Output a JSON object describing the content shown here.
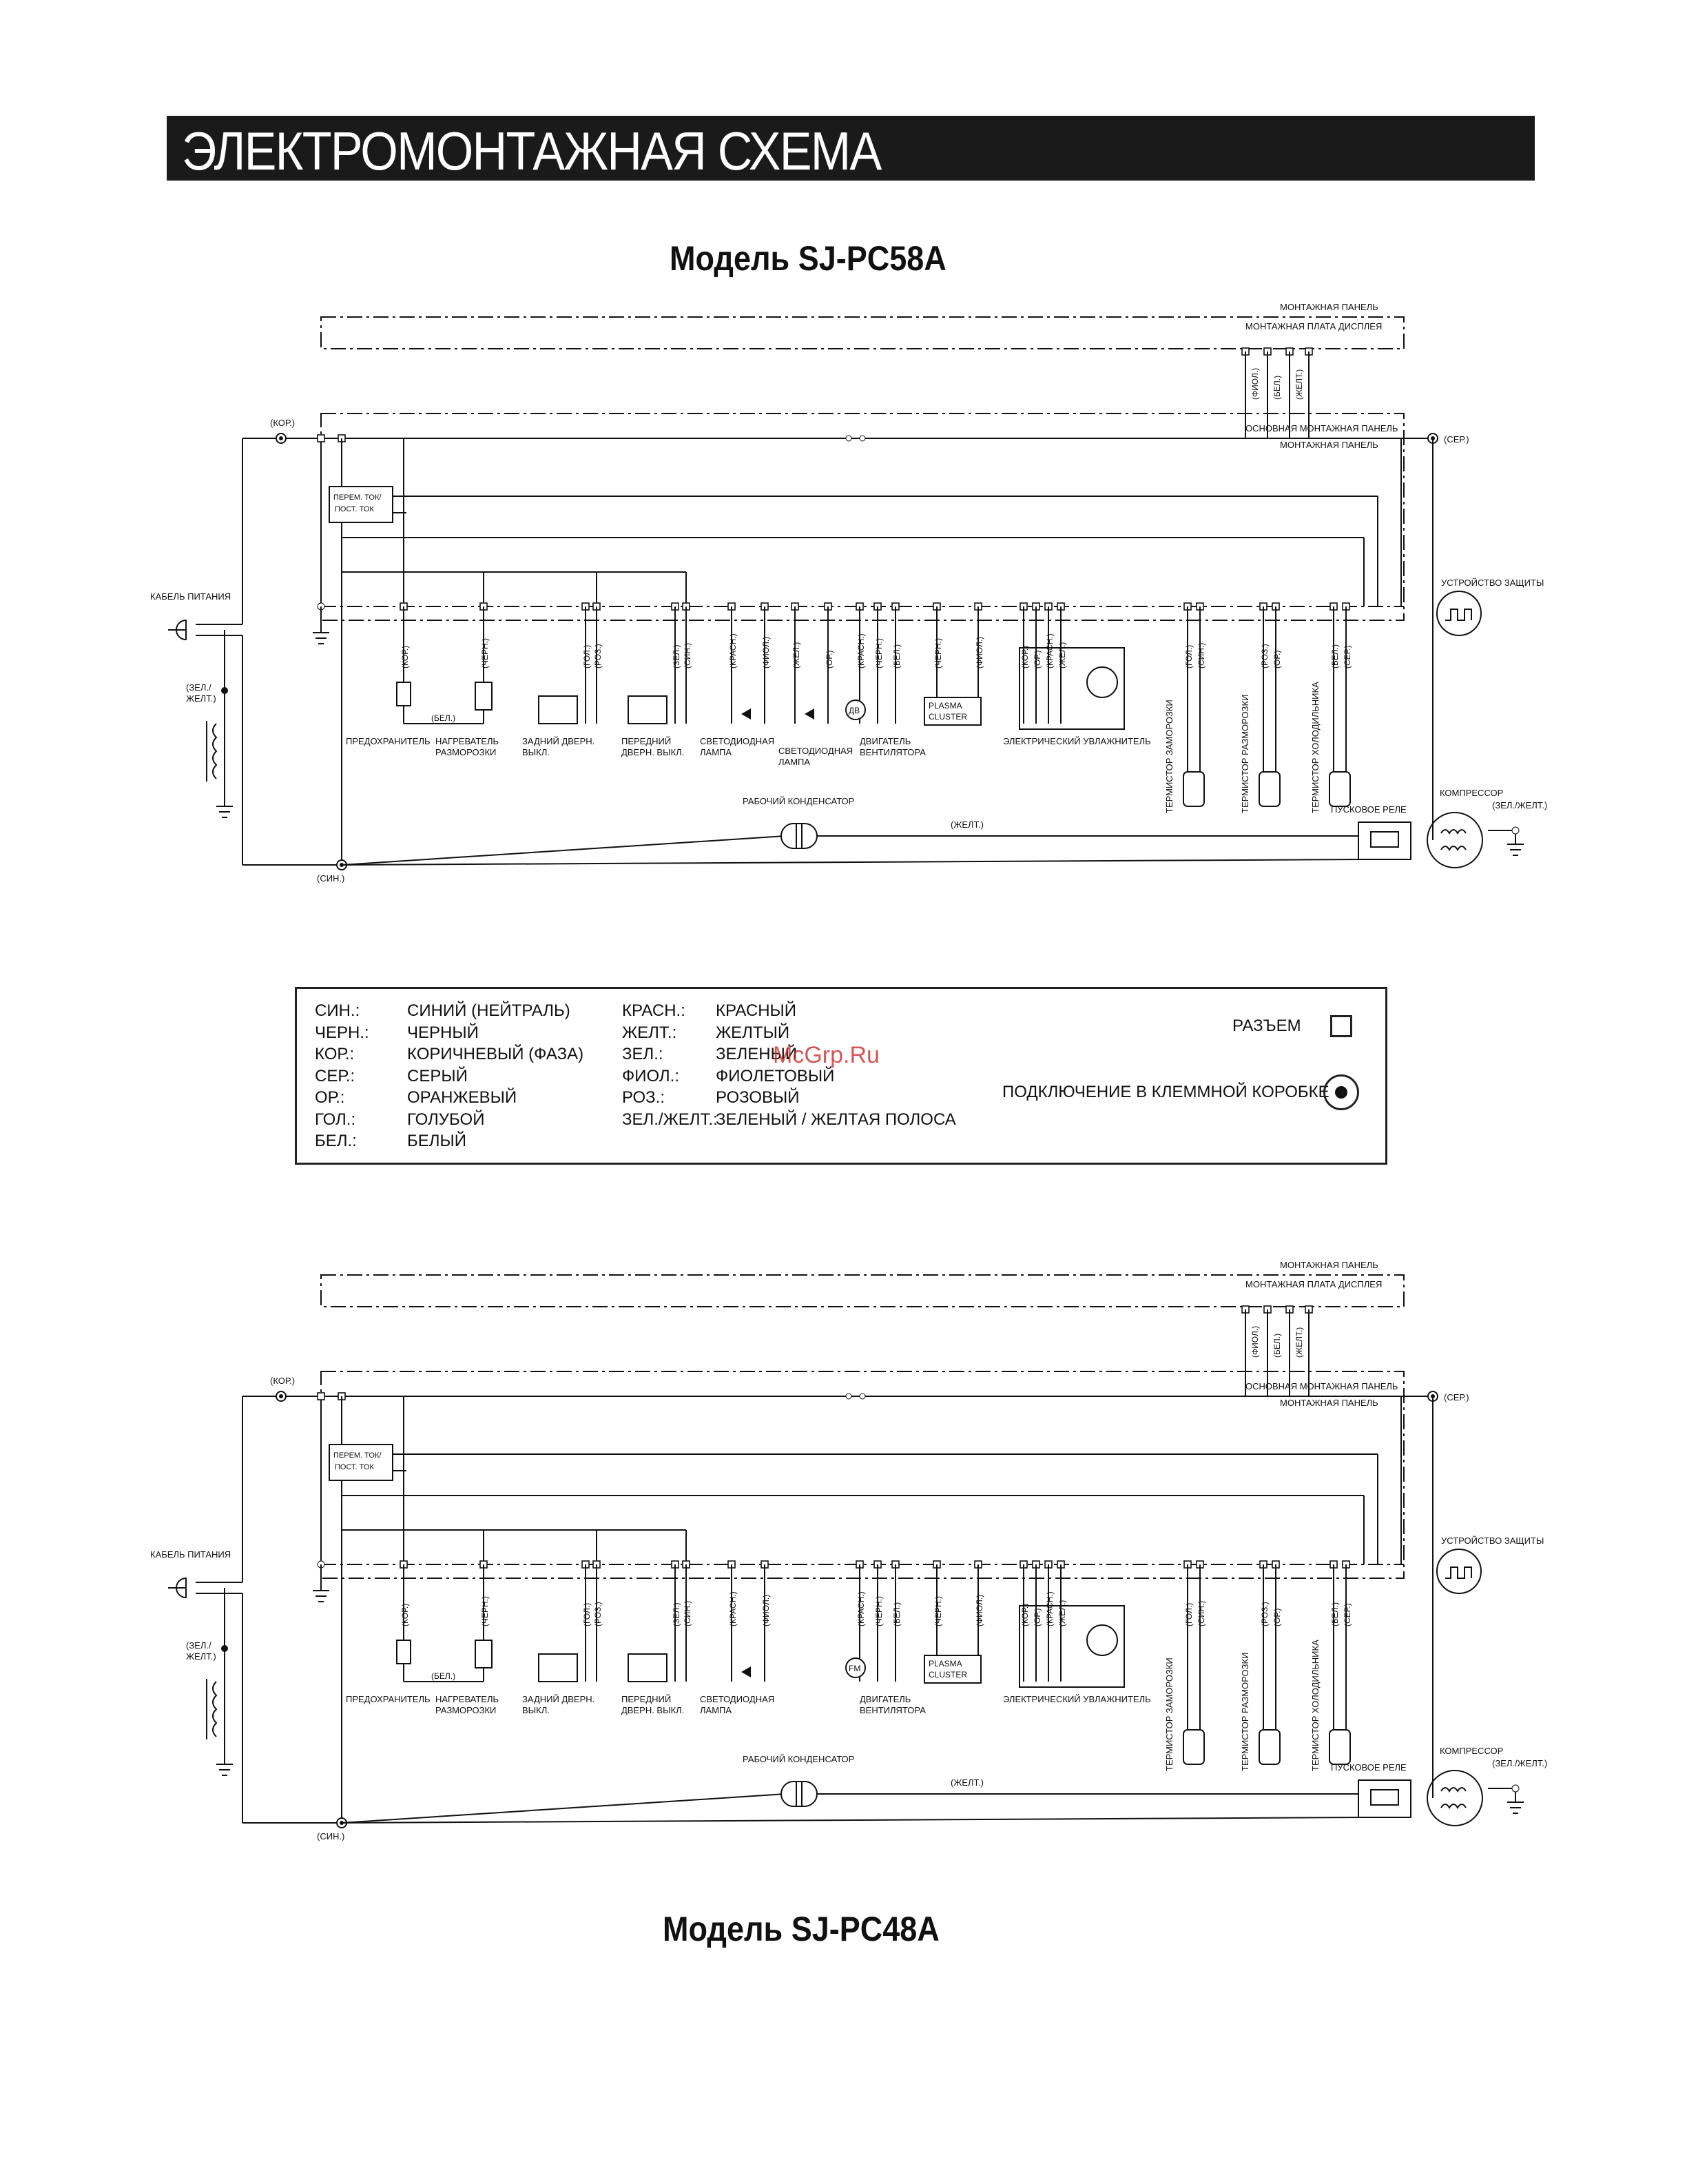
{
  "page": {
    "title": "ЭЛЕКТРОМОНТАЖНАЯ СХЕМА",
    "model_top": "Модель SJ-PC58A",
    "model_bottom": "Модель  SJ-PC48A",
    "watermark": "McGrp.Ru"
  },
  "diagram_labels": {
    "mounting_panel": "МОНТАЖНАЯ ПАНЕЛЬ",
    "display_board": "МОНТАЖНАЯ ПЛАТА ДИСПЛЕЯ",
    "main_board": "ОСНОВНАЯ МОНТАЖНАЯ ПАНЕЛЬ",
    "power_cable": "КАБЕЛЬ ПИТАНИЯ",
    "ground_wire": [
      "(ЗЕЛ./",
      "ЖЕЛТ.)"
    ],
    "brown_top": "(КОР.)",
    "gray_right": "(СЕР.)",
    "blue_bottom": "(СИН.)",
    "acdc": [
      "ПЕРЕМ. ТОК/",
      "ПОСТ. ТОК"
    ],
    "white_loop": "(БЕЛ.)",
    "yellow_wire": "(ЖЕЛТ.)",
    "run_capacitor": "РАБОЧИЙ КОНДЕНСАТОР",
    "start_relay": "ПУСКОВОЕ РЕЛЕ",
    "compressor": "КОМПРЕССОР",
    "compressor_ground": "(ЗЕЛ./ЖЕЛТ.)",
    "protector": "УСТРОЙСТВО ЗАЩИТЫ",
    "display_wires": [
      "(ФИОЛ.)",
      "(БЕЛ.)",
      "(ЖЕЛТ.)"
    ],
    "fuse": "ПРЕДОХРАНИТЕЛЬ",
    "heater": [
      "НАГРЕВАТЕЛЬ",
      "РАЗМОРОЗКИ"
    ],
    "rear_switch": [
      "ЗАДНИЙ ДВЕРН.",
      "ВЫКЛ."
    ],
    "front_switch": [
      "ПЕРЕДНИЙ",
      "ДВЕРН. ВЫКЛ."
    ],
    "led_lamp": [
      "СВЕТОДИОДНАЯ",
      "ЛАМПА"
    ],
    "fan_motor": [
      "ДВИГАТЕЛЬ",
      "ВЕНТИЛЯТОРА"
    ],
    "plasma": [
      "PLASMA",
      "CLUSTER"
    ],
    "humidifier": "ЭЛЕКТРИЧЕСКИЙ УВЛАЖНИТЕЛЬ",
    "freezer_thermistor": "ТЕРМИСТОР ЗАМОРОЗКИ",
    "defrost_thermistor": "ТЕРМИСТОР РАЗМОРОЗКИ",
    "fridge_thermistor": "ТЕРМИСТОР ХОЛОДИЛЬНИКА",
    "motor_dv": "ДВ",
    "motor_fm": "FM"
  },
  "wire_colors_top": [
    "(КОР.)",
    "(ЧЕРН.)",
    "(ГОЛ.)",
    "(РОЗ.)",
    "(ЗЕЛ.)",
    "(СИН.)",
    "(КРАСН.)",
    "(ФИОЛ.)",
    "(ЖЕЛ.)",
    "(ОР.)",
    "(КРАСН.)",
    "(ЧЕРН.)",
    "(БЕЛ.)",
    "(ЧЕРН.)",
    "(ФИОЛ.)",
    "(КОР.)",
    "(ОР.)",
    "(КРАСН.)",
    "(ЖЕЛ.)",
    "(ГОЛ.)",
    "(СИН.)",
    "(РОЗ.)",
    "(ОР.)",
    "(БЕЛ.)",
    "(СЕР.)"
  ],
  "wire_colors_bottom": [
    "(КОР.)",
    "(ЧЕРН.)",
    "(ГОЛ.)",
    "(РОЗ.)",
    "(ЗЕЛ.)",
    "(СИН.)",
    "(КРАСН.)",
    "(ФИОЛ.)",
    "(КРАСН.)",
    "(ЧЕРН.)",
    "(БЕЛ.)",
    "(ЧЕРН.)",
    "(ФИОЛ.)",
    "(КОР.)",
    "(ОР.)",
    "(КРАСН.)",
    "(ЖЕЛ.)",
    "(ГОЛ.)",
    "(СИН.)",
    "(РОЗ.)",
    "(ОР.)",
    "(БЕЛ.)",
    "(СЕР.)"
  ],
  "legend": {
    "col1_abbr": [
      "СИН.:",
      "ЧЕРН.:",
      "КОР.:",
      "СЕР.:",
      "ОР.:",
      "ГОЛ.:",
      "БЕЛ.:"
    ],
    "col1_name": [
      "СИНИЙ (НЕЙТРАЛЬ)",
      "ЧЕРНЫЙ",
      "КОРИЧНЕВЫЙ (ФАЗА)",
      "СЕРЫЙ",
      "ОРАНЖЕВЫЙ",
      "ГОЛУБОЙ",
      "БЕЛЫЙ"
    ],
    "col2_abbr": [
      "КРАСН.:",
      "ЖЕЛТ.:",
      "ЗЕЛ.:",
      "ФИОЛ.:",
      "РОЗ.:",
      "ЗЕЛ./ЖЕЛТ.:"
    ],
    "col2_name": [
      "КРАСНЫЙ",
      "ЖЕЛТЫЙ",
      "ЗЕЛЕНЫЙ",
      "ФИОЛЕТОВЫЙ",
      "РОЗОВЫЙ",
      "ЗЕЛЕНЫЙ / ЖЕЛТАЯ ПОЛОСА"
    ],
    "connector": "РАЗЪЕМ",
    "terminal": "ПОДКЛЮЧЕНИЕ В КЛЕММНОЙ КОРОБКЕ"
  }
}
